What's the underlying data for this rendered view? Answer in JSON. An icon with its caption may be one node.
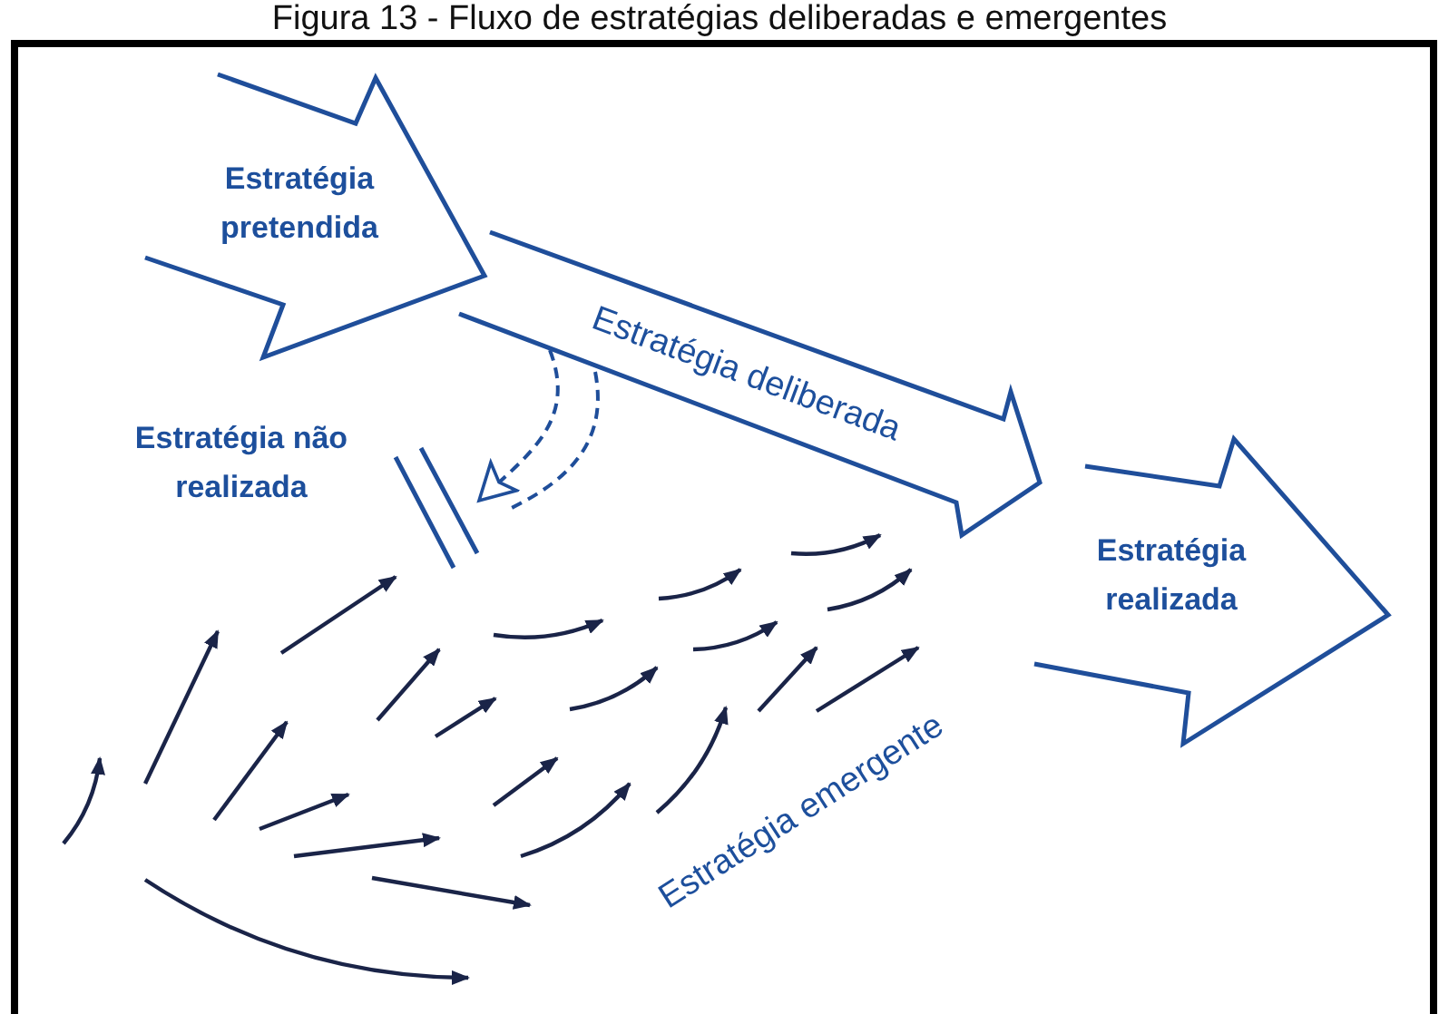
{
  "diagram": {
    "title": "Figura 13 - Fluxo de estratégias deliberadas e emergentes",
    "nodes": [
      {
        "text": [
          "Estratégia pretendida"
        ]
      },
      {
        "text": [
          "Estratégia deliberada"
        ]
      },
      {
        "text": [
          "Estratégia não realizada"
        ]
      },
      {
        "text": [
          "Estratégia realizada"
        ]
      }
    ],
    "edges": [
      {
        "from": 1,
        "to": 2,
        "arrow": "to",
        "style": "dashed"
      }
    ],
    "labels": [
      "Estratégia emergente"
    ]
  }
}
